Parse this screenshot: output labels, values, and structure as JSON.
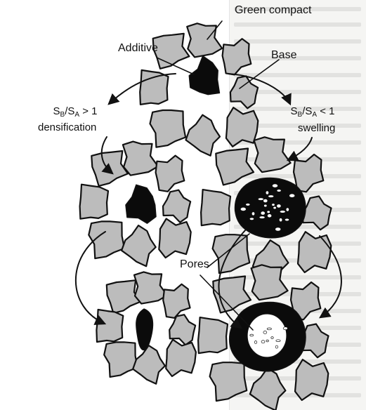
{
  "diagram": {
    "labels": {
      "green_compact": "Green compact",
      "additive": "Additive",
      "base": "Base",
      "left_ratio": "SB/SA > 1",
      "left_process": "densification",
      "right_ratio": "SB/SA < 1",
      "right_process": "swelling",
      "pores": "Pores"
    },
    "colors": {
      "paper": "#ffffff",
      "particle_fill": "#bcbcbc",
      "additive_fill": "#0b0b0b",
      "outline": "#111111",
      "text": "#111111"
    }
  }
}
